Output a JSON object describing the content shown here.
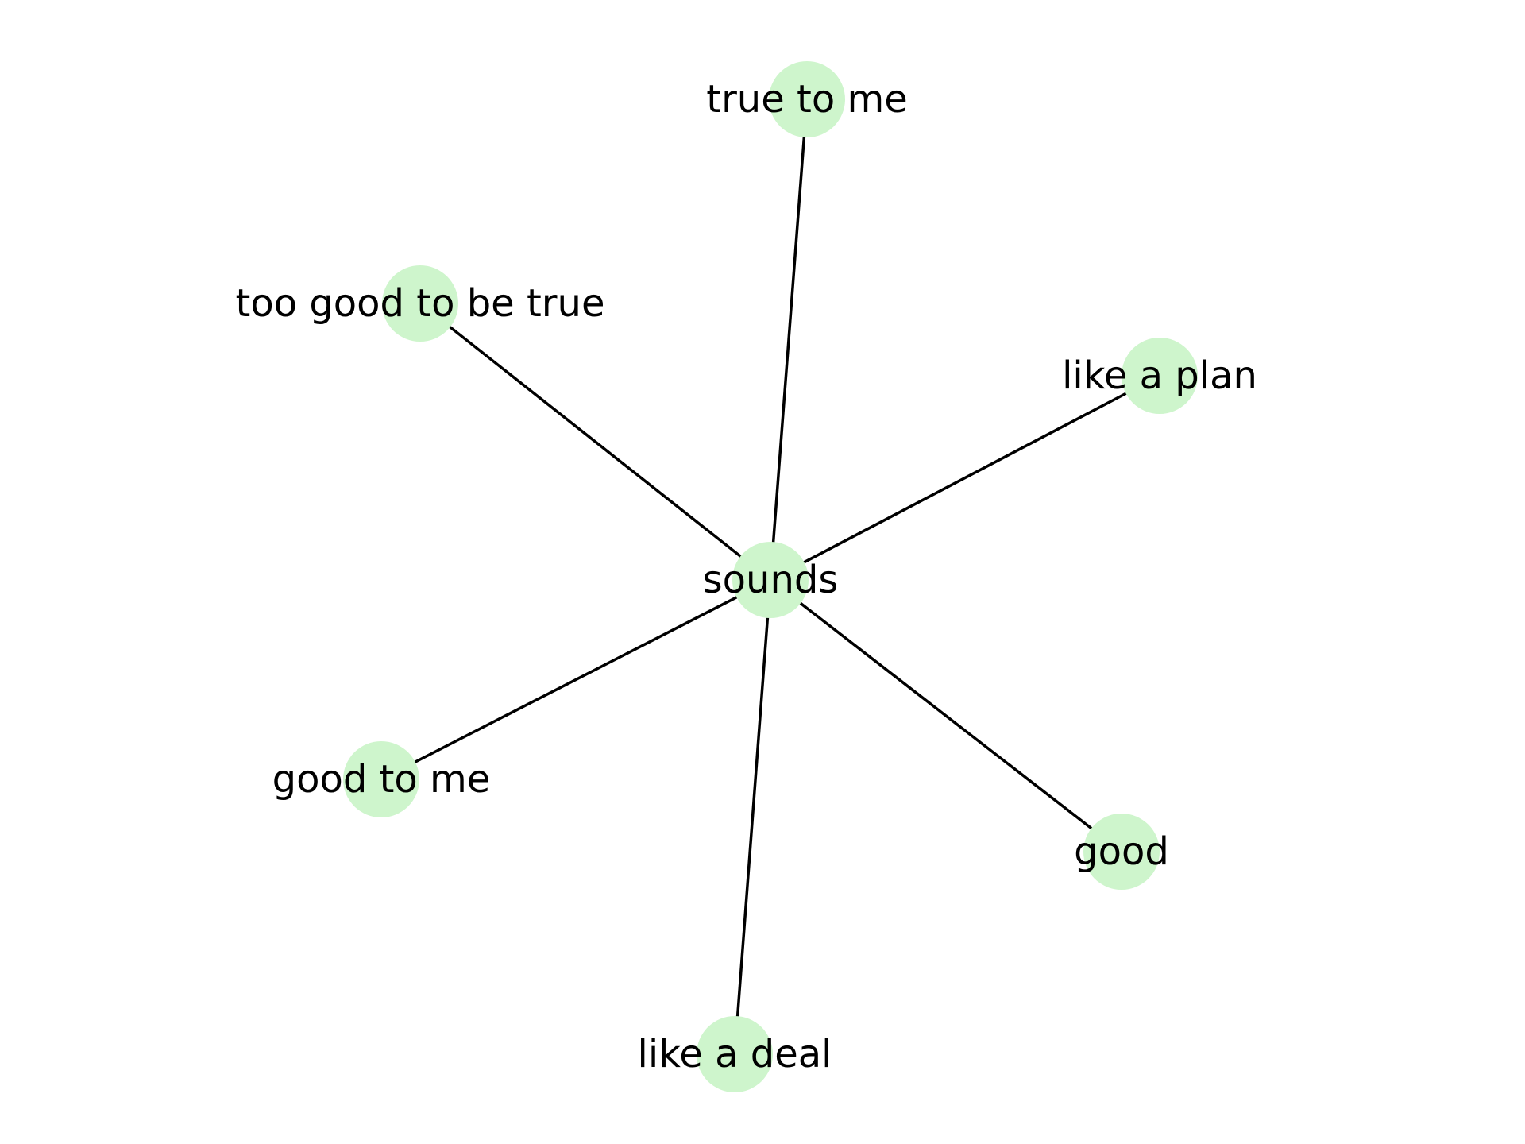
{
  "graph": {
    "node_color": "#cef5cc",
    "edge_color": "#000000",
    "label_color": "#000000",
    "center": {
      "id": "sounds",
      "label": "sounds"
    },
    "nodes": [
      {
        "id": "sounds",
        "label": "sounds"
      },
      {
        "id": "true-to-me",
        "label": "true to me"
      },
      {
        "id": "too-good-to-be-true",
        "label": "too good to be true"
      },
      {
        "id": "like-a-plan",
        "label": "like a plan"
      },
      {
        "id": "good-to-me",
        "label": "good to me"
      },
      {
        "id": "good",
        "label": "good"
      },
      {
        "id": "like-a-deal",
        "label": "like a deal"
      }
    ],
    "edges": [
      {
        "source": "sounds",
        "target": "true-to-me"
      },
      {
        "source": "sounds",
        "target": "too-good-to-be-true"
      },
      {
        "source": "sounds",
        "target": "like-a-plan"
      },
      {
        "source": "sounds",
        "target": "good-to-me"
      },
      {
        "source": "sounds",
        "target": "good"
      },
      {
        "source": "sounds",
        "target": "like-a-deal"
      }
    ]
  }
}
